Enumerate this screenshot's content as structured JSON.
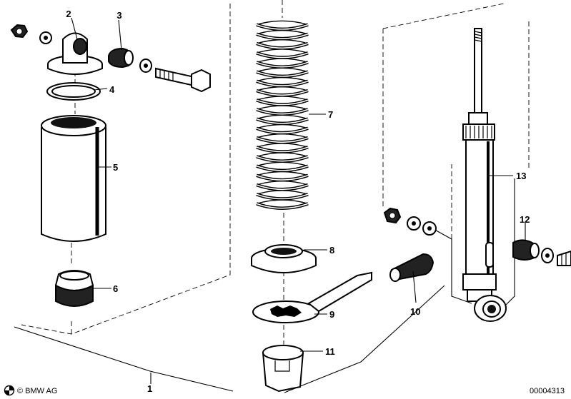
{
  "callouts": {
    "c1": "1",
    "c2": "2",
    "c3": "3",
    "c4": "4",
    "c5": "5",
    "c6": "6",
    "c7": "7",
    "c8": "8",
    "c9": "9",
    "c10": "10",
    "c11": "11",
    "c12": "12",
    "c13": "13"
  },
  "footer": {
    "copyright": "© BMW AG",
    "code": "00004313"
  }
}
